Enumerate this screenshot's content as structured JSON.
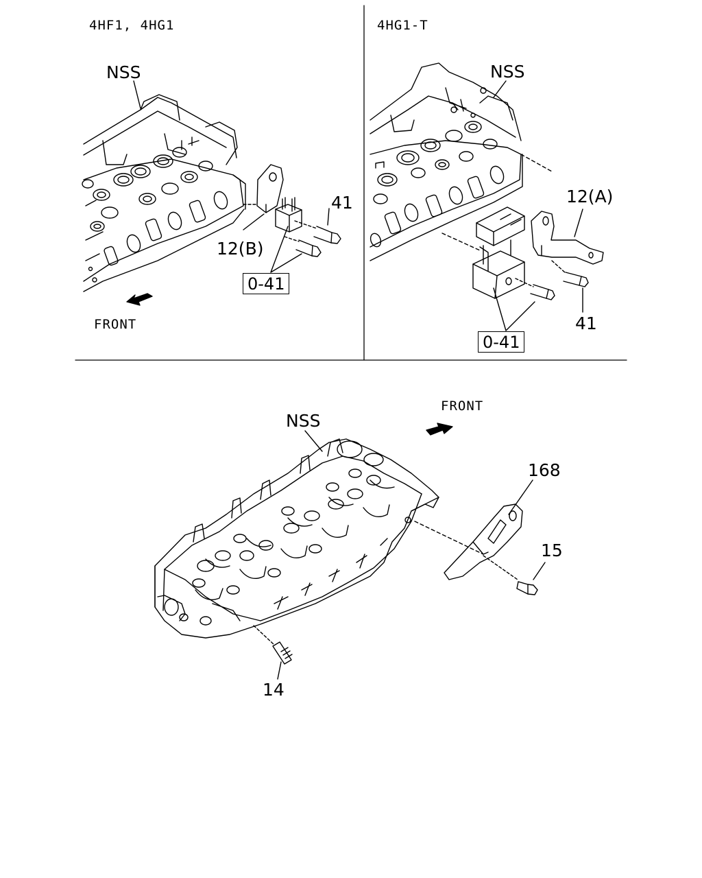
{
  "panels": {
    "top_left": {
      "title": "4HF1, 4HG1",
      "labels": {
        "nss": "NSS",
        "bracket": "12(B)",
        "bolt": "41",
        "ref": "0-41",
        "front": "FRONT"
      }
    },
    "top_right": {
      "title": "4HG1-T",
      "labels": {
        "nss": "NSS",
        "bracket": "12(A)",
        "bolt": "41",
        "ref": "0-41"
      }
    },
    "bottom": {
      "labels": {
        "nss": "NSS",
        "front": "FRONT",
        "bracket": "168",
        "bolt": "15",
        "stud": "14"
      }
    }
  },
  "icons": [
    "front-arrow-icon"
  ]
}
